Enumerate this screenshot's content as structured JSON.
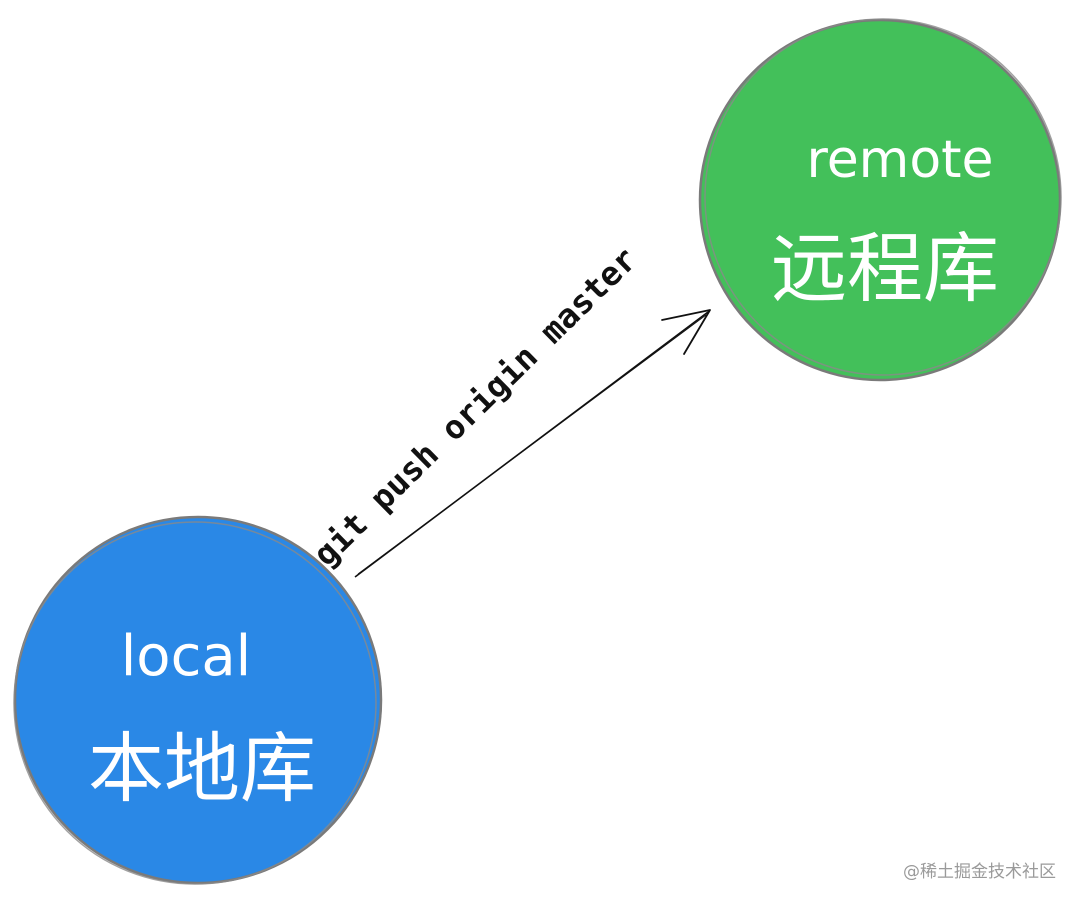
{
  "colors": {
    "local": "#2a88e6",
    "remote": "#43c05a",
    "outline": "#7a7a7a",
    "arrow": "#111111",
    "label": "#ffffff"
  },
  "local": {
    "name_en": "local",
    "name_zh": "本地库"
  },
  "remote": {
    "name_en": "remote",
    "name_zh": "远程库"
  },
  "edge": {
    "command": "git push origin master"
  },
  "watermark": "@稀土掘金技术社区"
}
